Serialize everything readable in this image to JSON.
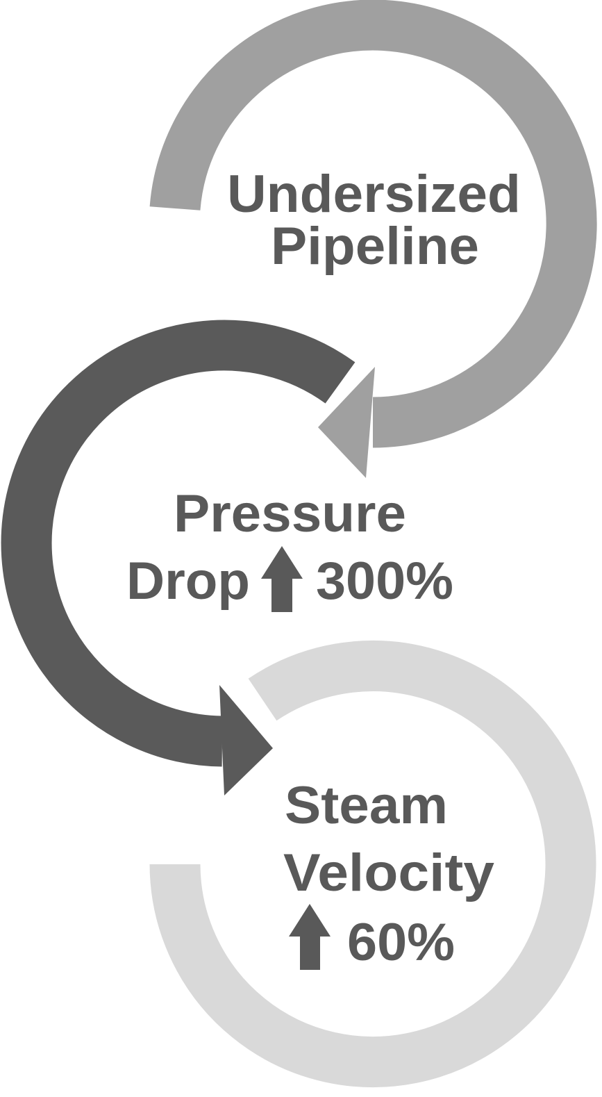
{
  "colors": {
    "top_ring": "#a0a0a0",
    "middle_ring": "#5a5a5a",
    "bottom_ring": "#d9d9d9",
    "text": "#595959"
  },
  "stages": [
    {
      "line1": "Undersized",
      "line2": "Pipeline"
    },
    {
      "line1": "Pressure",
      "line2": "Drop",
      "change_icon": "up-arrow-icon",
      "change": "300%"
    },
    {
      "line1": "Steam",
      "line2": "Velocity",
      "change_icon": "up-arrow-icon",
      "change": "60%"
    }
  ]
}
